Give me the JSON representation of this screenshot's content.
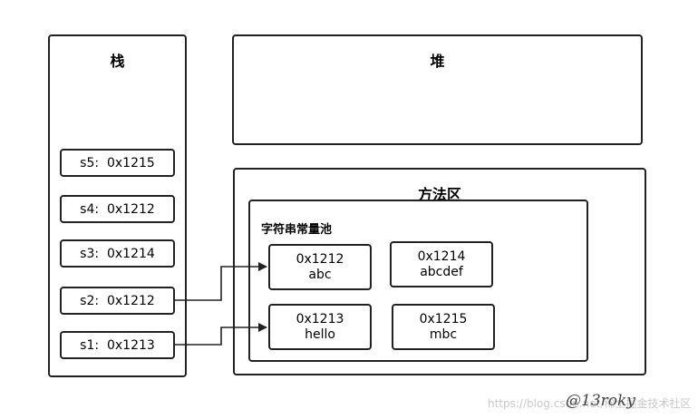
{
  "stack": {
    "title": "栈",
    "slots": [
      {
        "label": "s5:  0x1215"
      },
      {
        "label": "s4:  0x1212"
      },
      {
        "label": "s3:  0x1214"
      },
      {
        "label": "s2:  0x1212"
      },
      {
        "label": "s1:  0x1213"
      }
    ]
  },
  "heap": {
    "title": "堆"
  },
  "method_area": {
    "title": "方法区",
    "pool": {
      "title": "字符串常量池",
      "entries": [
        {
          "addr": "0x1212",
          "value": "abc"
        },
        {
          "addr": "0x1214",
          "value": "abcdef"
        },
        {
          "addr": "0x1213",
          "value": "hello"
        },
        {
          "addr": "0x1215",
          "value": "mbc"
        }
      ]
    }
  },
  "watermark": {
    "text": "https://blog.csdn.net/稀土掘金技术社区",
    "signature": "@13roky"
  }
}
